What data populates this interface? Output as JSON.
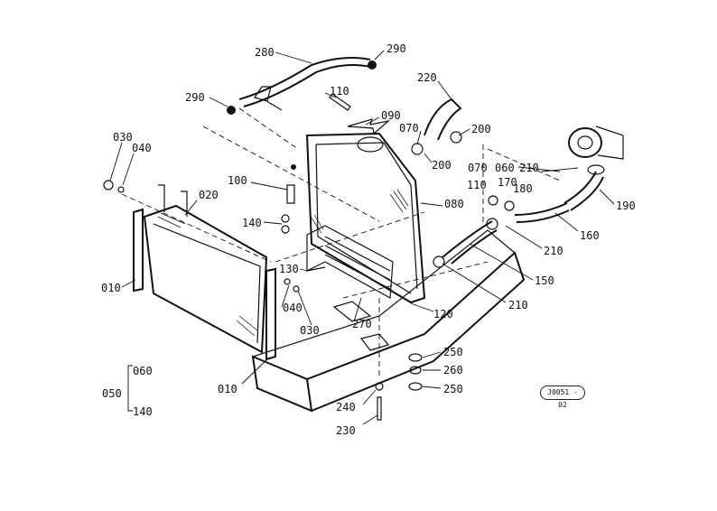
{
  "diagram": {
    "catalog_code": "J0051 - 02",
    "labels": {
      "p280": "280",
      "p290a": "290",
      "p290b": "290",
      "p220": "220",
      "p110a": "110",
      "p090": "090",
      "p070a": "070",
      "p200a": "200",
      "p200b": "200",
      "p030a": "030",
      "p040a": "040",
      "p020": "020",
      "p100": "100",
      "p140": "140",
      "p080": "080",
      "p070b": "070",
      "p060a": "060",
      "p110b": "110",
      "p210a": "210",
      "p170": "170",
      "p180": "180",
      "p190": "190",
      "p160": "160",
      "p210b": "210",
      "p010a": "010",
      "p130": "130",
      "p150": "150",
      "p040b": "040",
      "p210c": "210",
      "p120": "120",
      "p270": "270",
      "p030b": "030",
      "p250a": "250",
      "p260": "260",
      "p250b": "250",
      "p060b": "060",
      "p050": "050",
      "p140b": "140",
      "p010b": "010",
      "p240": "240",
      "p230": "230"
    }
  }
}
